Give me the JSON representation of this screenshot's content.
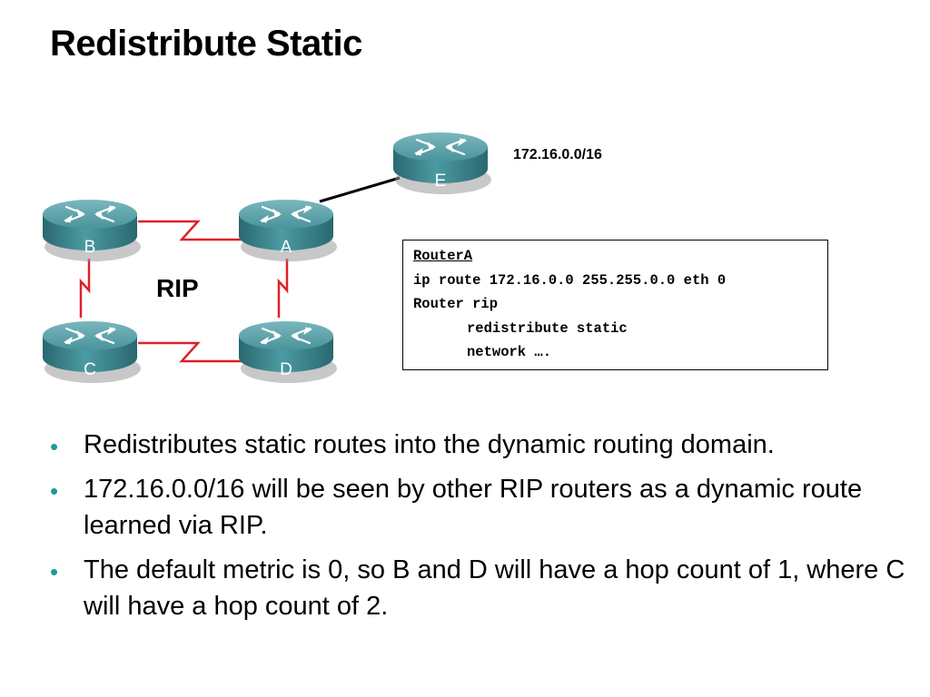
{
  "title": "Redistribute Static",
  "diagram": {
    "routers": [
      {
        "id": "E",
        "label": "E"
      },
      {
        "id": "B",
        "label": "B"
      },
      {
        "id": "A",
        "label": "A"
      },
      {
        "id": "C",
        "label": "C"
      },
      {
        "id": "D",
        "label": "D"
      }
    ],
    "network_label": "172.16.0.0/16",
    "protocol_label": "RIP",
    "colors": {
      "serial_link": "#e0202a",
      "ethernet_link": "#000000",
      "router_body": "#3e8a93",
      "accent": "#1f9a9a"
    }
  },
  "config": {
    "header": "RouterA",
    "lines": [
      "ip route 172.16.0.0 255.255.0.0 eth 0",
      "Router rip",
      "redistribute static",
      "network …."
    ]
  },
  "bullets": [
    "Redistributes static routes into the dynamic routing domain.",
    "172.16.0.0/16 will be seen by other RIP routers as a dynamic route learned via RIP.",
    "The default metric is 0, so B and D will have a hop count of 1, where C will have a hop count of 2."
  ]
}
